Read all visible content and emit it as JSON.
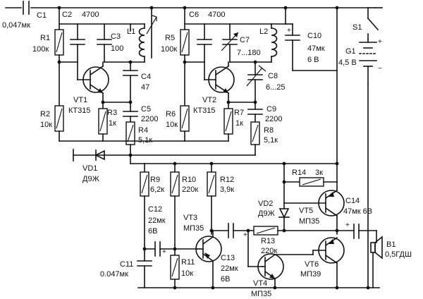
{
  "components": {
    "C1": {
      "ref": "C1",
      "value": "0,047мк"
    },
    "C2": {
      "ref": "C2",
      "value": "4700"
    },
    "R1": {
      "ref": "R1",
      "value": "100к"
    },
    "C3": {
      "ref": "C3",
      "value": "100"
    },
    "L1": {
      "ref": "L1"
    },
    "VT1": {
      "ref": "VT1",
      "value": "КТ315"
    },
    "C4": {
      "ref": "C4",
      "value": "47"
    },
    "R2": {
      "ref": "R2",
      "value": "10к"
    },
    "R3": {
      "ref": "R3",
      "value": "1к"
    },
    "C5": {
      "ref": "C5",
      "value": "2200"
    },
    "R4": {
      "ref": "R4",
      "value": "5,1к"
    },
    "C6": {
      "ref": "C6",
      "value": "4700"
    },
    "R5": {
      "ref": "R5",
      "value": "100к"
    },
    "C7": {
      "ref": "C7",
      "value": "7...180"
    },
    "L2": {
      "ref": "L2"
    },
    "VT2": {
      "ref": "VT2",
      "value": "КТ315"
    },
    "C8": {
      "ref": "C8",
      "value": "6...25"
    },
    "R6": {
      "ref": "R6",
      "value": "10к"
    },
    "R7": {
      "ref": "R7",
      "value": "1к"
    },
    "C9": {
      "ref": "C9",
      "value": "2200"
    },
    "R8": {
      "ref": "R8",
      "value": "5,1к"
    },
    "C10": {
      "ref": "C10",
      "value": "47мк",
      "voltage": "6 В"
    },
    "S1": {
      "ref": "S1"
    },
    "G1": {
      "ref": "G1",
      "value": "4,5 В"
    },
    "VD1": {
      "ref": "VD1",
      "value": "Д9Ж"
    },
    "R9": {
      "ref": "R9",
      "value": "6,2к"
    },
    "R10": {
      "ref": "R10",
      "value": "220к"
    },
    "R12": {
      "ref": "R12",
      "value": "3,9к"
    },
    "R14": {
      "ref": "R14",
      "value": "3к"
    },
    "VD2": {
      "ref": "VD2",
      "value": "Д9Ж"
    },
    "VT5": {
      "ref": "VT5",
      "value": "МП35"
    },
    "C14": {
      "ref": "C14",
      "value": "47мк 6В"
    },
    "C12": {
      "ref": "C12",
      "value": "22мк",
      "voltage": "6В"
    },
    "VT3": {
      "ref": "VT3",
      "value": "МП35"
    },
    "R13": {
      "ref": "R13",
      "value": "220к"
    },
    "B1": {
      "ref": "B1",
      "value": "0,5ГДШ"
    },
    "C11": {
      "ref": "C11",
      "value": "0.047мк"
    },
    "R11": {
      "ref": "R11",
      "value": "10к"
    },
    "C13": {
      "ref": "C13",
      "value": "22мк",
      "voltage": "6В"
    },
    "VT4": {
      "ref": "VT4",
      "value": "МП35"
    },
    "VT6": {
      "ref": "VT6",
      "value": "МП39"
    }
  },
  "symbols": {
    "plus": "+",
    "minus": "−"
  }
}
